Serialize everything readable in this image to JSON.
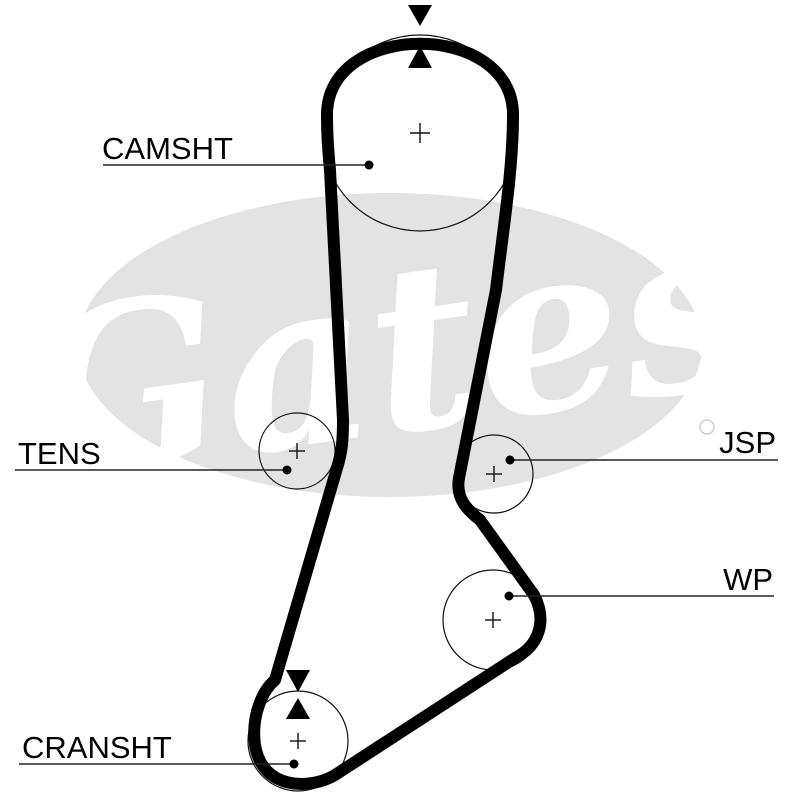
{
  "labels": {
    "camshaft": "CAMSHT",
    "tensioner": "TENS",
    "jackshaft": "JSP",
    "water_pump": "WP",
    "crankshaft": "CRANSHT"
  },
  "watermark": {
    "text": "Gates",
    "color": "#e3e3e3"
  },
  "colors": {
    "belt": "#000000",
    "lines": "#222222",
    "background": "#ffffff"
  }
}
